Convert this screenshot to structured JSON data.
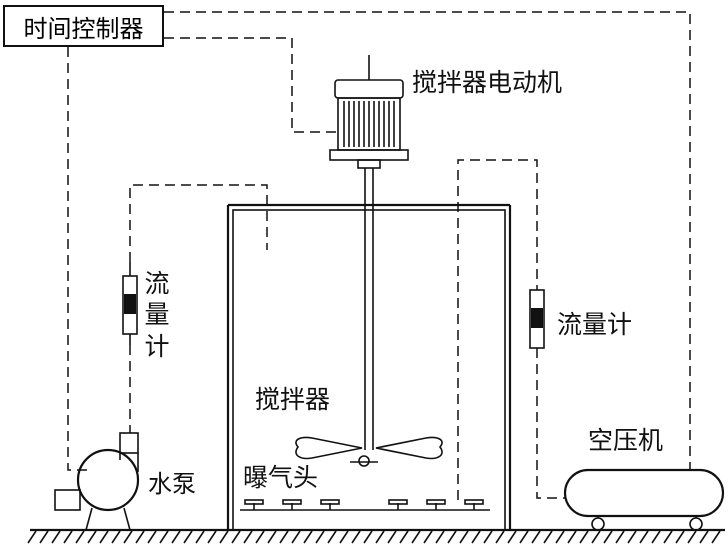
{
  "labels": {
    "timer_controller": "时间控制器",
    "mixer_motor": "搅拌器电动机",
    "flowmeter_left": "流量计",
    "flowmeter_right": "流量计",
    "agitator": "搅拌器",
    "aerator_head": "曝气头",
    "water_pump": "水泵",
    "air_compressor": "空压机"
  }
}
